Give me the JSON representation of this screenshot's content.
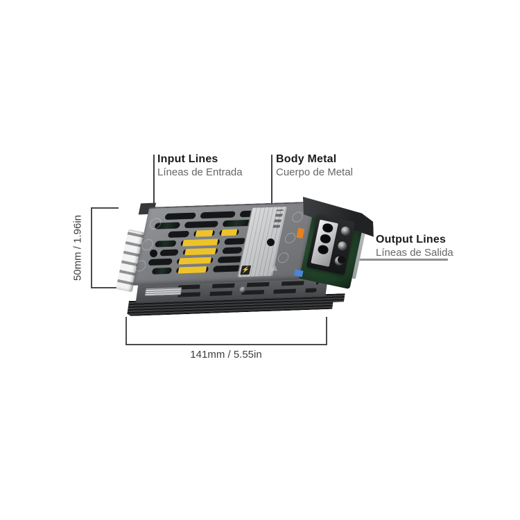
{
  "callouts": {
    "input": {
      "title": "Input Lines",
      "subtitle": "Líneas de Entrada"
    },
    "body": {
      "title": "Body Metal",
      "subtitle": "Cuerpo de Metal"
    },
    "output": {
      "title": "Output Lines",
      "subtitle": "Líneas de Salida"
    }
  },
  "dimensions": {
    "height": "50mm / 1.96in",
    "width": "141mm / 5.55in"
  },
  "icons": {
    "brand_logo": "⚡"
  },
  "colors": {
    "background": "#ffffff",
    "callout_title": "#1a1a1a",
    "callout_subtitle": "#666666",
    "leader_line": "#3f3f3f",
    "output_leader_line": "#8f8f8f",
    "dimension_line": "#4a4a4a",
    "body_gray": "#7e8084",
    "front_gray": "#4c4e51",
    "fin_black": "#1c1d1e",
    "vent_slot_black": "#151617",
    "transformer_yellow": "#eec32a",
    "pcb_green": "#1d3a24",
    "terminal_silver": "#d9dadc",
    "product_label_gray": "#c9cbcd"
  }
}
